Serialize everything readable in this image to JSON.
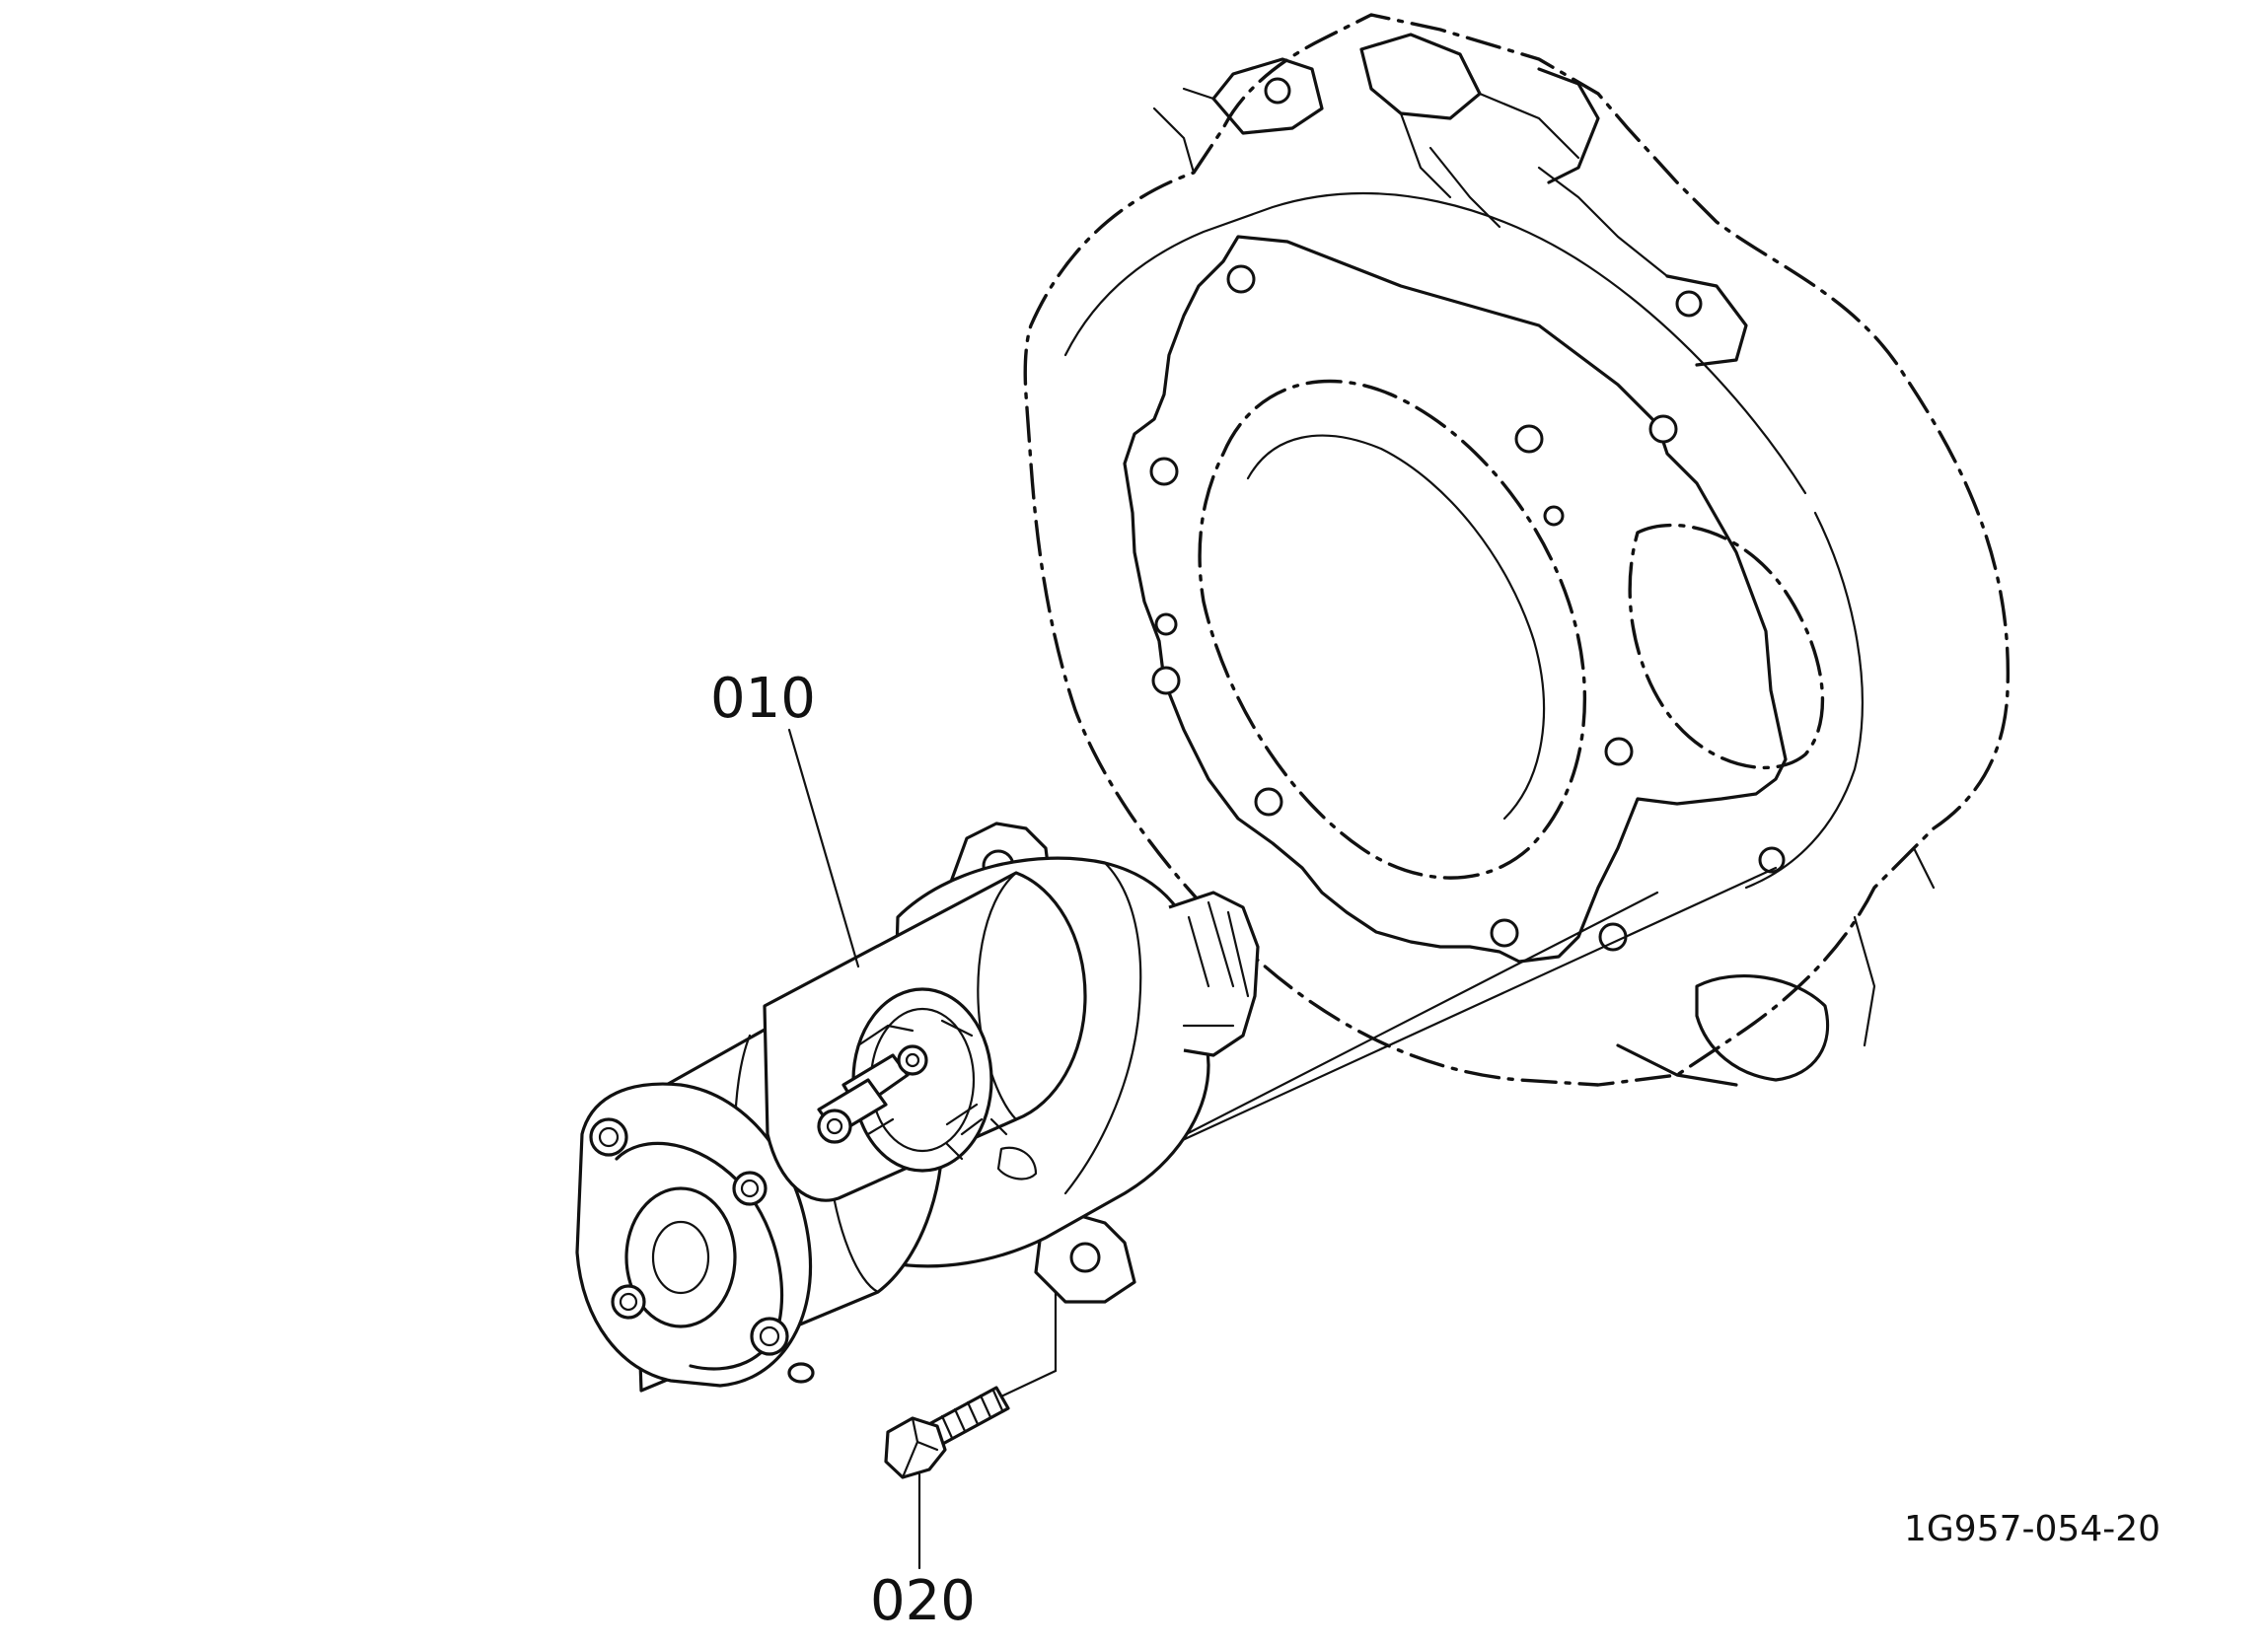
{
  "callouts": [
    {
      "id": "part-010",
      "label": "010"
    },
    {
      "id": "part-020",
      "label": "020"
    }
  ],
  "drawing_id": "1G957-054-20",
  "colors": {
    "ink": "#111111",
    "paper": "#ffffff"
  }
}
